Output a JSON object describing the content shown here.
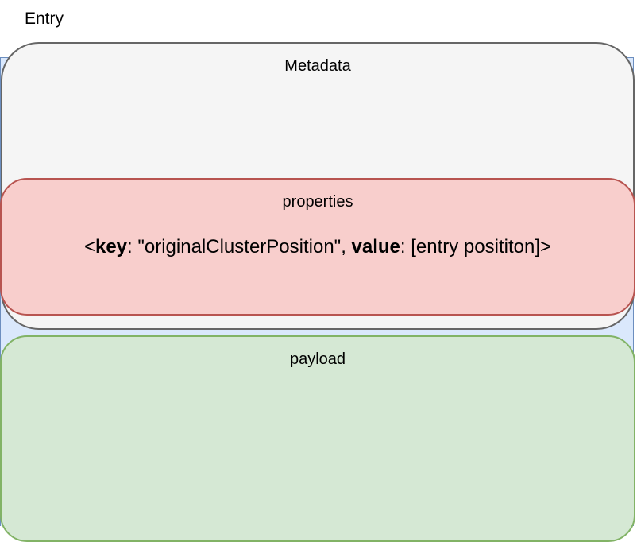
{
  "entry": {
    "label": "Entry",
    "fill_color": "#dae8fc",
    "border_color": "#6c8ebf"
  },
  "metadata": {
    "title": "Metadata",
    "fill_color": "#f5f5f5",
    "border_color": "#666666"
  },
  "properties": {
    "title": "properties",
    "line": {
      "open": "<",
      "key_label": "key",
      "key_value": ": \"originalClusterPosition\", ",
      "value_label": "value",
      "value_value": ": [entry posititon]>"
    },
    "fill_color": "#f8cecc",
    "border_color": "#b85450"
  },
  "payload": {
    "title": "payload",
    "fill_color": "#d5e8d4",
    "border_color": "#82b366"
  }
}
